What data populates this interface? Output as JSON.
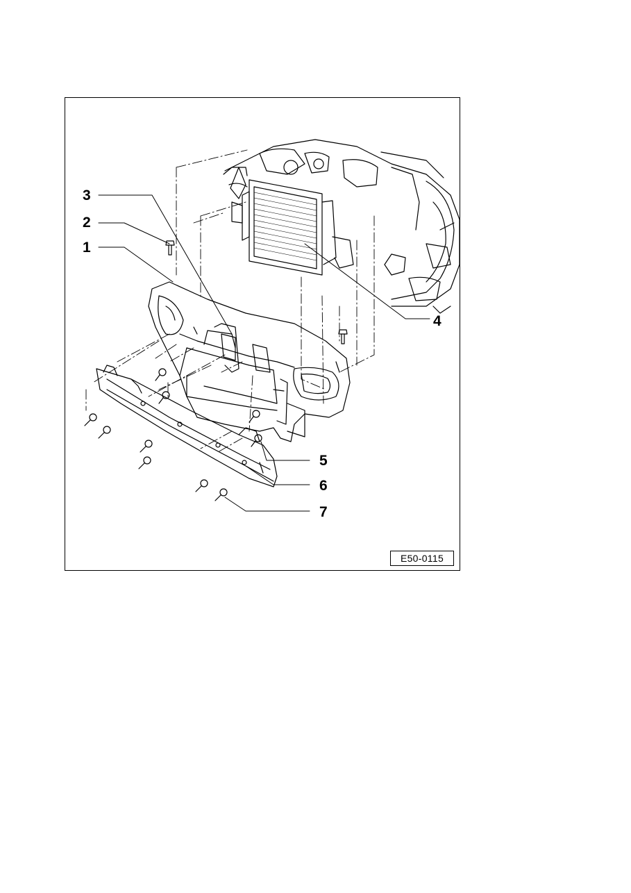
{
  "figure": {
    "callouts": [
      "1",
      "2",
      "3",
      "4",
      "5",
      "6",
      "7"
    ],
    "figure_code": "E50-0115"
  }
}
